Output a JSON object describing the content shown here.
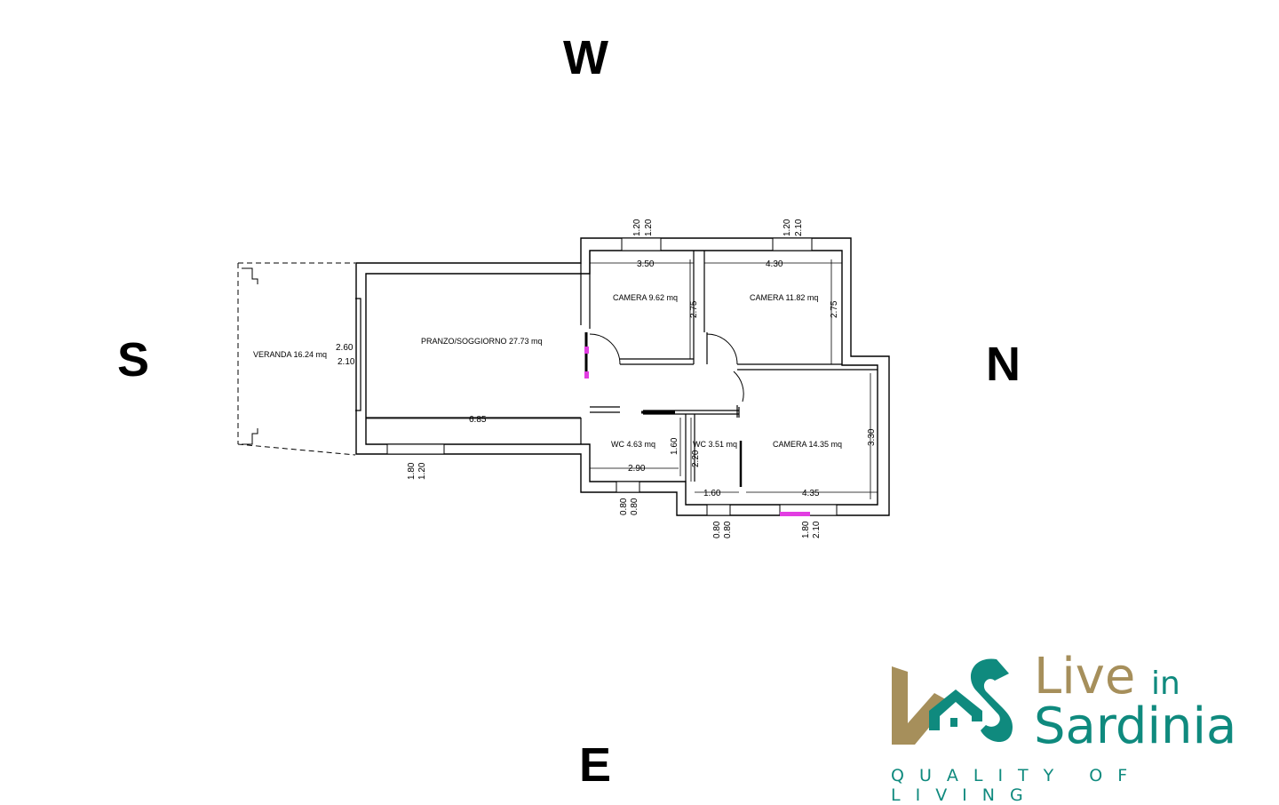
{
  "compass": {
    "west": "W",
    "south": "S",
    "north": "N",
    "east": "E"
  },
  "rooms": {
    "veranda": "VERANDA   16.24  mq",
    "living": "PRANZO/SOGGIORNO 27.73 mq",
    "camera1": "CAMERA 9.62 mq",
    "camera2": "CAMERA 11.82 mq",
    "camera3": "CAMERA 14.35 mq",
    "wc1": "WC 4.63 mq",
    "wc2": "WC 3.51 mq"
  },
  "dimensions": {
    "camera1_width": "3.50",
    "camera2_width": "4.30",
    "camera1_height": "2.75",
    "camera2_height": "2.75",
    "living_width": "6.85",
    "veranda_opening_a": "2.60",
    "veranda_opening_b": "2.10",
    "wc1_width": "2.90",
    "wc1_height": "1.60",
    "wc2_height": "2.20",
    "wc2_width": "1.60",
    "camera3_width": "4.35",
    "camera3_height": "3.30",
    "win_top1_a": "1.20",
    "win_top1_b": "1.20",
    "win_top2_a": "1.20",
    "win_top2_b": "2.10",
    "win_living_a": "1.80",
    "win_living_b": "1.20",
    "win_wc1_a": "0.80",
    "win_wc1_b": "0.80",
    "win_wc2_a": "0.80",
    "win_wc2_b": "0.80",
    "win_cam3_a": "1.80",
    "win_cam3_b": "2.10"
  },
  "logo": {
    "word1": "Live",
    "word2": "in",
    "word3": "Sardinia",
    "tagline": "QUALITY OF LIVING",
    "colors": {
      "gold": "#a68f5b",
      "teal": "#0f8a7e"
    }
  }
}
